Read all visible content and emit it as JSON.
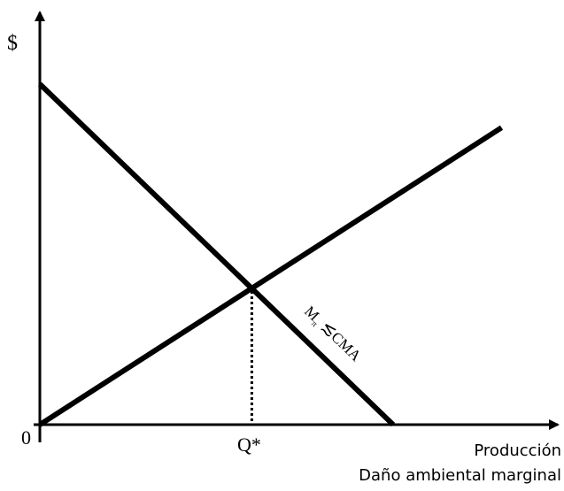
{
  "chart_data": {
    "type": "line",
    "title": "",
    "ylabel": "$",
    "xlabel": "Producción",
    "xlabel_secondary": "Daño ambiental marginal",
    "origin_label": "0",
    "xlim": [
      0,
      10
    ],
    "ylim": [
      0,
      10
    ],
    "series": [
      {
        "name": "",
        "x": [
          0,
          10
        ],
        "y": [
          10,
          0
        ],
        "color": "#000000"
      },
      {
        "name": "",
        "x": [
          0,
          13.07
        ],
        "y": [
          0,
          8.72
        ],
        "color": "#000000"
      }
    ],
    "curve_label": "Mπ ≲ CMA",
    "curve_label_sub": "π",
    "annotations": [
      {
        "label": "Q*",
        "x": 6,
        "y": 4,
        "style": "dotted-drop"
      }
    ],
    "grid": false
  }
}
